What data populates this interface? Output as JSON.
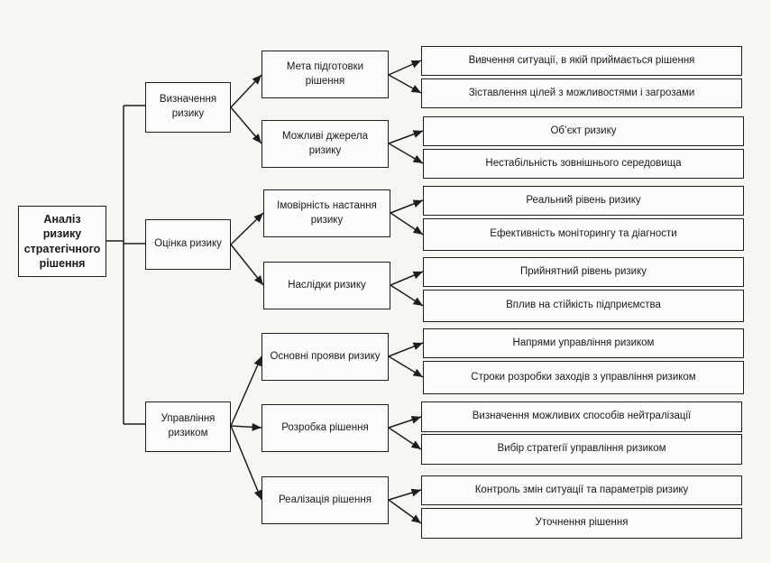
{
  "root": "Аналіз ризику стратегічного рішення",
  "categories": [
    {
      "label": "Визначення ризику",
      "subs": [
        {
          "label": "Мета підготовки рішення",
          "leaves": [
            "Вивчення ситуації, в якій приймається рішення",
            "Зіставлення цілей з можливостями і загрозами"
          ]
        },
        {
          "label": "Можливі джерела ризику",
          "leaves": [
            "Об’єкт ризику",
            "Нестабільність зовнішнього середовища"
          ]
        }
      ]
    },
    {
      "label": "Оцінка ризику",
      "subs": [
        {
          "label": "Імовірність настання ризику",
          "leaves": [
            "Реальний рівень ризику",
            "Ефективність моніторингу та діагности"
          ]
        },
        {
          "label": "Наслідки ризику",
          "leaves": [
            "Прийнятний рівень ризику",
            "Вплив на стійкість підприємства"
          ]
        }
      ]
    },
    {
      "label": "Управління ризиком",
      "subs": [
        {
          "label": "Основні прояви ризику",
          "leaves": [
            "Напрями управління ризиком",
            "Строки розробки заходів з управління ризиком"
          ]
        },
        {
          "label": "Розробка рішення",
          "leaves": [
            "Визначення можливих способів нейтралізації",
            "Вибір стратегії управління ризиком"
          ]
        },
        {
          "label": "Реалізація рішення",
          "leaves": [
            "Контроль змін ситуації та параметрів ризику",
            "Уточнення рішення"
          ]
        }
      ]
    }
  ]
}
